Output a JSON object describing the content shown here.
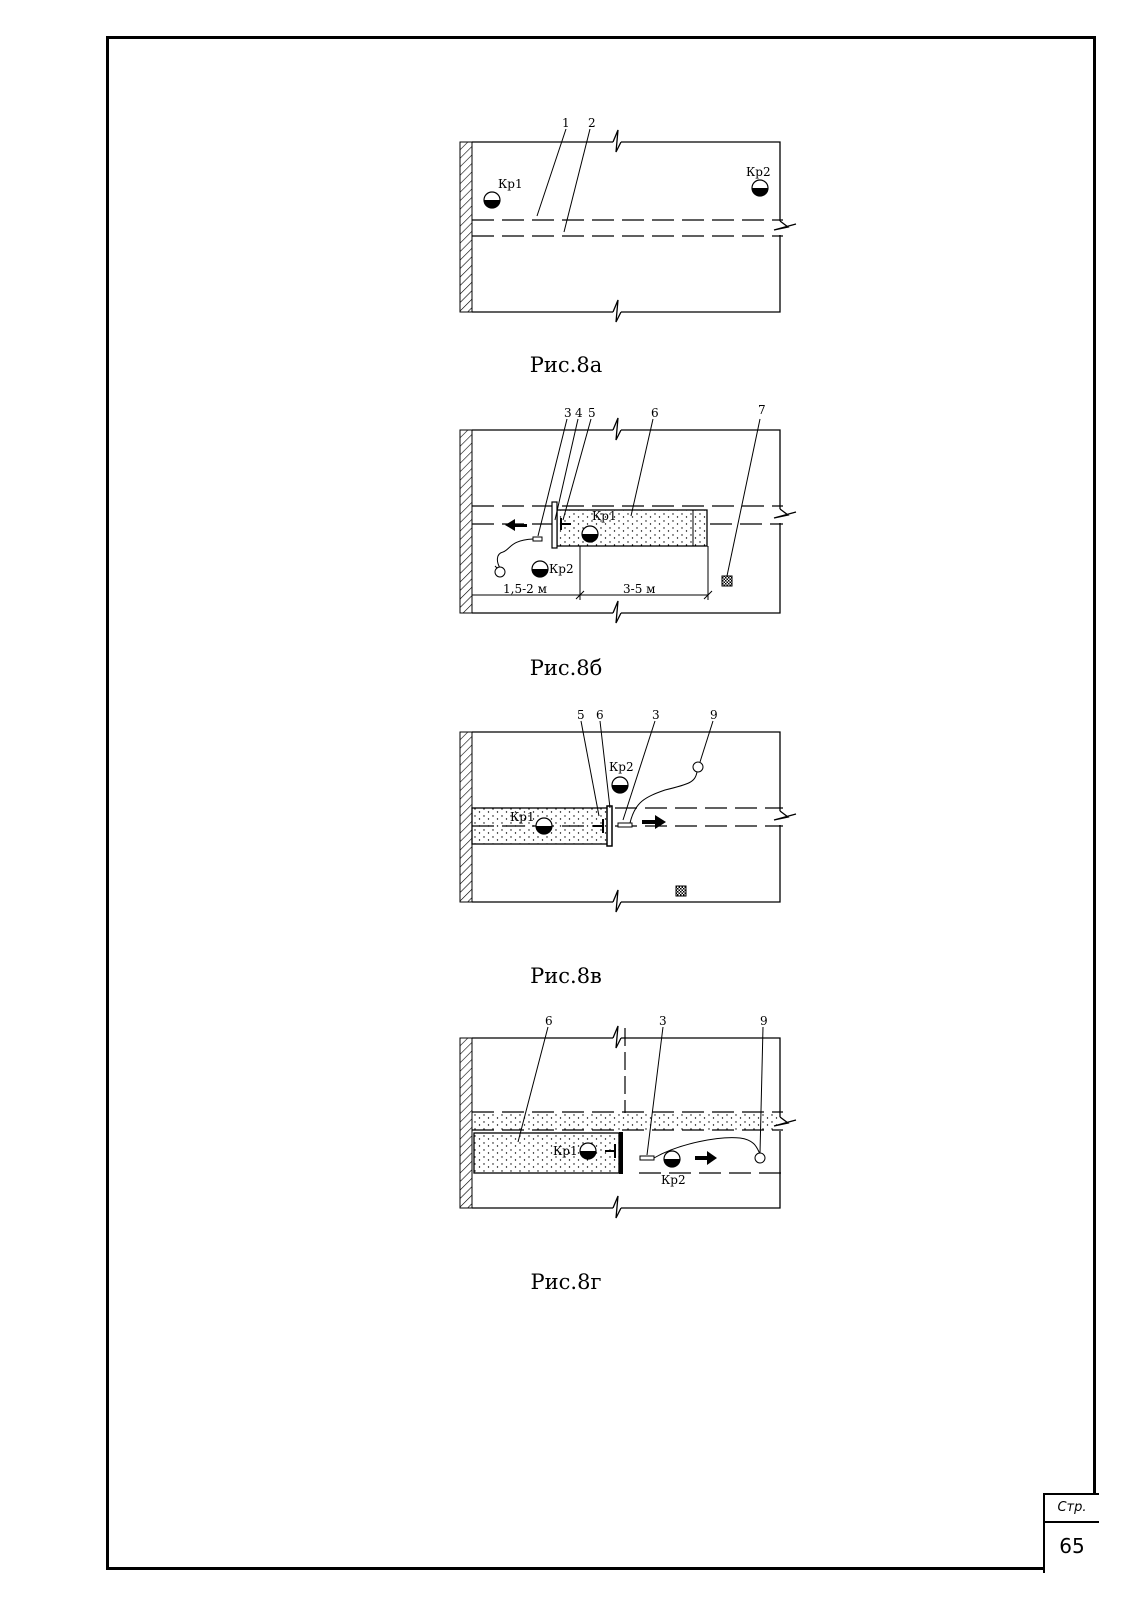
{
  "captions": {
    "fig_a": "Рис.8а",
    "fig_b": "Рис.8б",
    "fig_c": "Рис.8в",
    "fig_d": "Рис.8г"
  },
  "fig_a": {
    "callout_1": "1",
    "callout_2": "2",
    "kr1": "Кр1",
    "kr2": "Кр2"
  },
  "fig_b": {
    "callout_3": "3",
    "callout_4": "4",
    "callout_5": "5",
    "callout_6": "6",
    "callout_7": "7",
    "kr1": "Кр1",
    "kr2": "Кр2",
    "dim_left": "1,5-2 м",
    "dim_right": "3-5 м"
  },
  "fig_c": {
    "callout_5": "5",
    "callout_6": "6",
    "callout_3": "3",
    "callout_9": "9",
    "kr1": "Кр1",
    "kr2": "Кр2"
  },
  "fig_d": {
    "callout_6": "6",
    "callout_3": "3",
    "callout_9": "9",
    "kr1": "Кр1",
    "kr2": "Кр2"
  },
  "stamp": {
    "label": "Стр.",
    "page": "65"
  }
}
